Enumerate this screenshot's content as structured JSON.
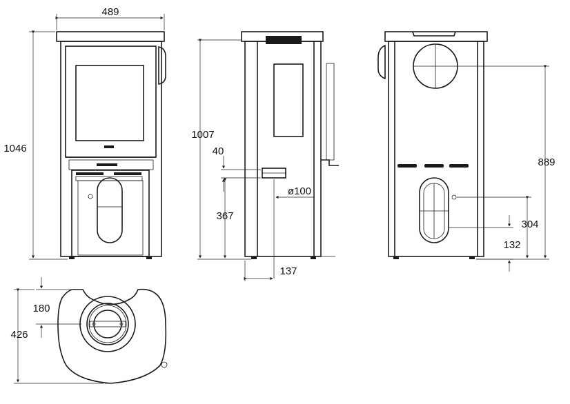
{
  "dimensions": {
    "width_top": "489",
    "height_total": "1046",
    "height_side": "1007",
    "inlet_offset": "40",
    "inlet_height": "367",
    "inlet_diameter": "ø100",
    "inlet_depth": "137",
    "flue_height": "889",
    "vent_upper": "304",
    "vent_lower": "132",
    "top_offset": "180",
    "top_depth": "426"
  }
}
